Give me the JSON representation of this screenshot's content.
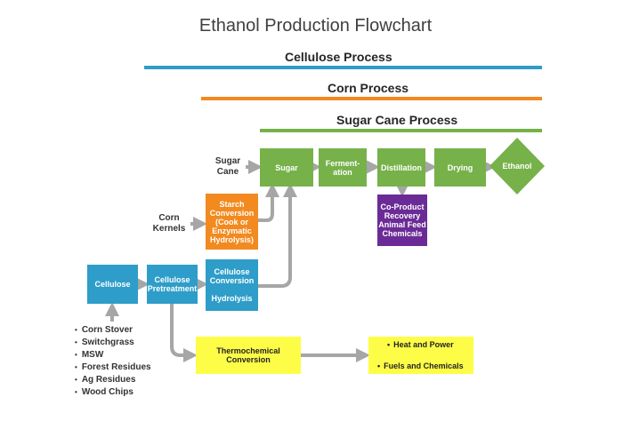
{
  "title": "Ethanol Production Flowchart",
  "bars": {
    "cellulose": {
      "label": "Cellulose Process",
      "color": "#2e9dc9"
    },
    "corn": {
      "label": "Corn Process",
      "color": "#f28a20"
    },
    "sugar_cane": {
      "label": "Sugar Cane Process",
      "color": "#77b14a"
    }
  },
  "inputs": {
    "sugar_cane": "Sugar\nCane",
    "corn_kernels": "Corn\nKernels"
  },
  "boxes": {
    "sugar": "Sugar",
    "fermentation": "Ferment-\nation",
    "distillation": "Distillation",
    "drying": "Drying",
    "ethanol": "Ethanol",
    "co_product": "Co-Product\nRecovery\nAnimal Feed\nChemicals",
    "starch_conversion": "Starch\nConversion\n(Cook or\nEnzymatic\nHydrolysis)",
    "cellulose": "Cellulose",
    "cellulose_pretreatment": "Cellulose\nPretreatment",
    "cellulose_conversion": "Cellulose\nConversion\n\nHydrolysis",
    "thermochemical": "Thermochemical\nConversion"
  },
  "feedstocks": [
    "Corn Stover",
    "Switchgrass",
    "MSW",
    "Forest Residues",
    "Ag Residues",
    "Wood Chips"
  ],
  "outputs": [
    "Heat and Power",
    "Fuels and Chemicals"
  ],
  "colors": {
    "green": "#77b14a",
    "blue": "#2e9dc9",
    "orange": "#f28a20",
    "purple": "#6b2b96",
    "yellow": "#fdfd48",
    "arrow": "#a6a6a6"
  }
}
